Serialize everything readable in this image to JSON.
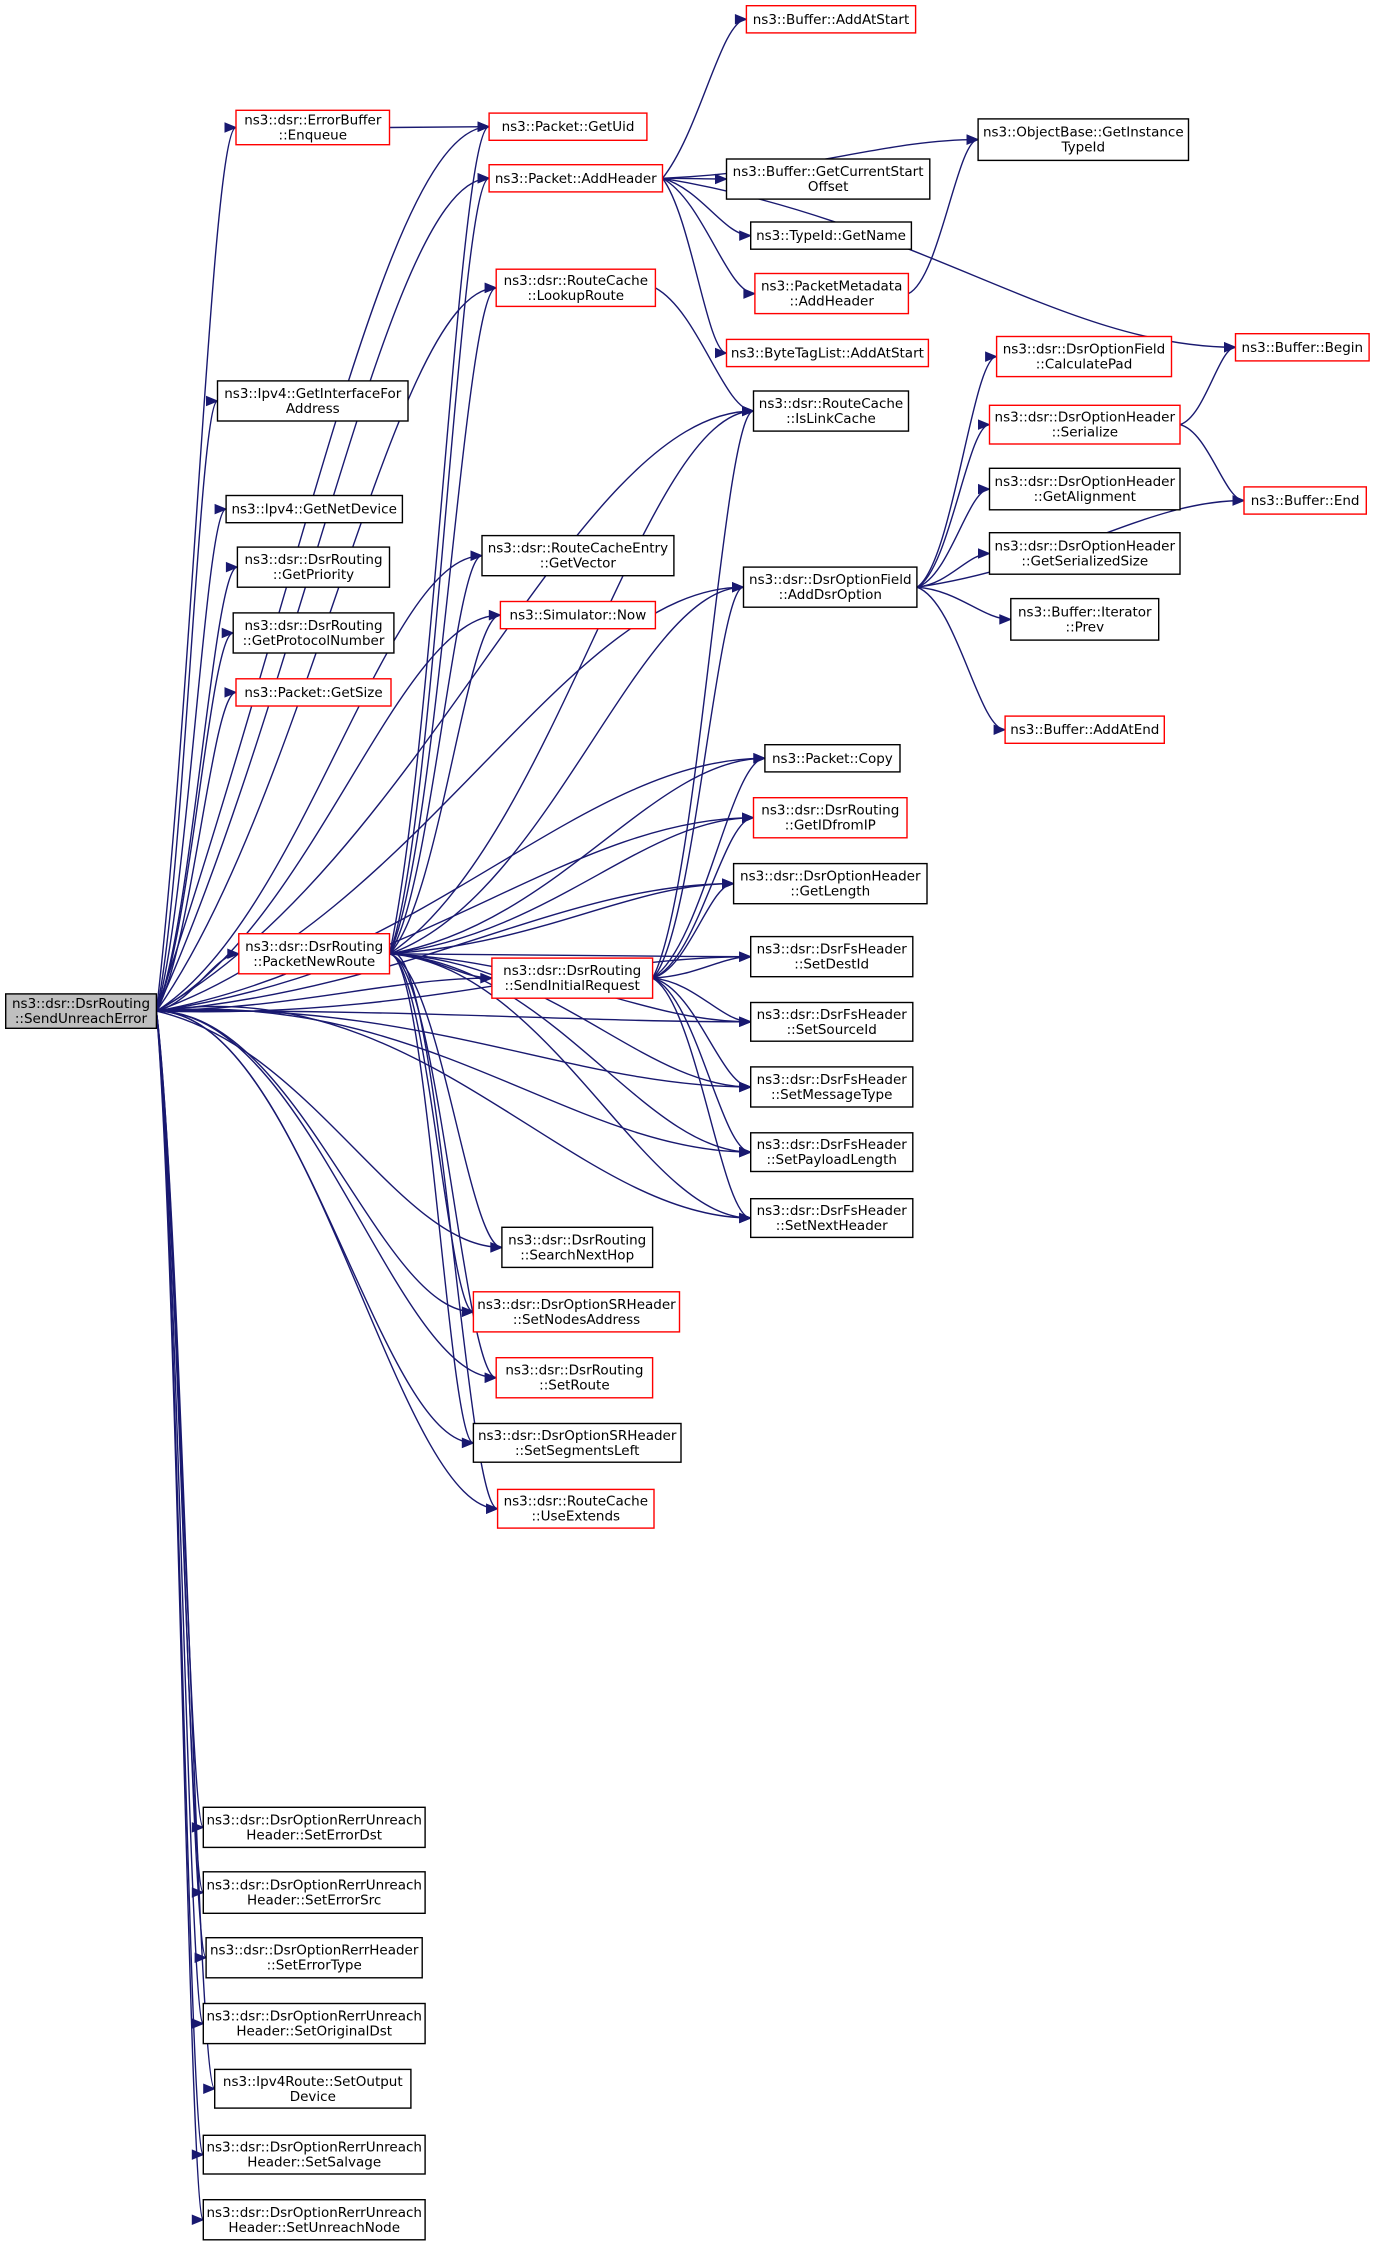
{
  "diagram": {
    "nodes": {
      "root": {
        "lines": [
          "ns3::dsr::DsrRouting",
          "::SendUnreachError"
        ],
        "style": "root"
      },
      "errbuf": {
        "lines": [
          "ns3::dsr::ErrorBuffer",
          "::Enqueue"
        ],
        "style": "red"
      },
      "getuid": {
        "lines": [
          "ns3::Packet::GetUid"
        ],
        "style": "red"
      },
      "addheader": {
        "lines": [
          "ns3::Packet::AddHeader"
        ],
        "style": "red"
      },
      "bufaddatstart": {
        "lines": [
          "ns3::Buffer::AddAtStart"
        ],
        "style": "red"
      },
      "objbase": {
        "lines": [
          "ns3::ObjectBase::GetInstance",
          "TypeId"
        ],
        "style": "black"
      },
      "bufgetcur": {
        "lines": [
          "ns3::Buffer::GetCurrentStart",
          "Offset"
        ],
        "style": "black"
      },
      "typeidname": {
        "lines": [
          "ns3::TypeId::GetName"
        ],
        "style": "black"
      },
      "pktmetadata": {
        "lines": [
          "ns3::PacketMetadata",
          "::AddHeader"
        ],
        "style": "red"
      },
      "bytetag": {
        "lines": [
          "ns3::ByteTagList::AddAtStart"
        ],
        "style": "red"
      },
      "lookuproute": {
        "lines": [
          "ns3::dsr::RouteCache",
          "::LookupRoute"
        ],
        "style": "red"
      },
      "islinkcache": {
        "lines": [
          "ns3::dsr::RouteCache",
          "::IsLinkCache"
        ],
        "style": "black"
      },
      "getifaddr": {
        "lines": [
          "ns3::Ipv4::GetInterfaceFor",
          "Address"
        ],
        "style": "black"
      },
      "getnetdev": {
        "lines": [
          "ns3::Ipv4::GetNetDevice"
        ],
        "style": "black"
      },
      "getpriority": {
        "lines": [
          "ns3::dsr::DsrRouting",
          "::GetPriority"
        ],
        "style": "black"
      },
      "getprotonum": {
        "lines": [
          "ns3::dsr::DsrRouting",
          "::GetProtocolNumber"
        ],
        "style": "black"
      },
      "getsize": {
        "lines": [
          "ns3::Packet::GetSize"
        ],
        "style": "red"
      },
      "rcegetvector": {
        "lines": [
          "ns3::dsr::RouteCacheEntry",
          "::GetVector"
        ],
        "style": "black"
      },
      "simnow": {
        "lines": [
          "ns3::Simulator::Now"
        ],
        "style": "red"
      },
      "adddsroption": {
        "lines": [
          "ns3::dsr::DsrOptionField",
          "::AddDsrOption"
        ],
        "style": "black"
      },
      "calcpad": {
        "lines": [
          "ns3::dsr::DsrOptionField",
          "::CalculatePad"
        ],
        "style": "red"
      },
      "serialize": {
        "lines": [
          "ns3::dsr::DsrOptionHeader",
          "::Serialize"
        ],
        "style": "red"
      },
      "bufbegin": {
        "lines": [
          "ns3::Buffer::Begin"
        ],
        "style": "red"
      },
      "bufend": {
        "lines": [
          "ns3::Buffer::End"
        ],
        "style": "red"
      },
      "getalign": {
        "lines": [
          "ns3::dsr::DsrOptionHeader",
          "::GetAlignment"
        ],
        "style": "black"
      },
      "getsersize": {
        "lines": [
          "ns3::dsr::DsrOptionHeader",
          "::GetSerializedSize"
        ],
        "style": "black"
      },
      "iterprev": {
        "lines": [
          "ns3::Buffer::Iterator",
          "::Prev"
        ],
        "style": "black"
      },
      "bufaddatend": {
        "lines": [
          "ns3::Buffer::AddAtEnd"
        ],
        "style": "red"
      },
      "pktcopy": {
        "lines": [
          "ns3::Packet::Copy"
        ],
        "style": "black"
      },
      "getidfromip": {
        "lines": [
          "ns3::dsr::DsrRouting",
          "::GetIDfromIP"
        ],
        "style": "red"
      },
      "getlength": {
        "lines": [
          "ns3::dsr::DsrOptionHeader",
          "::GetLength"
        ],
        "style": "black"
      },
      "packetnewroute": {
        "lines": [
          "ns3::dsr::DsrRouting",
          "::PacketNewRoute"
        ],
        "style": "red"
      },
      "sendinitreq": {
        "lines": [
          "ns3::dsr::DsrRouting",
          "::SendInitialRequest"
        ],
        "style": "red"
      },
      "setdestid": {
        "lines": [
          "ns3::dsr::DsrFsHeader",
          "::SetDestId"
        ],
        "style": "black"
      },
      "setsourceid": {
        "lines": [
          "ns3::dsr::DsrFsHeader",
          "::SetSourceId"
        ],
        "style": "black"
      },
      "setmsgtype": {
        "lines": [
          "ns3::dsr::DsrFsHeader",
          "::SetMessageType"
        ],
        "style": "black"
      },
      "setpayload": {
        "lines": [
          "ns3::dsr::DsrFsHeader",
          "::SetPayloadLength"
        ],
        "style": "black"
      },
      "setnexthdr": {
        "lines": [
          "ns3::dsr::DsrFsHeader",
          "::SetNextHeader"
        ],
        "style": "black"
      },
      "searchnexthop": {
        "lines": [
          "ns3::dsr::DsrRouting",
          "::SearchNextHop"
        ],
        "style": "black"
      },
      "setnodesaddr": {
        "lines": [
          "ns3::dsr::DsrOptionSRHeader",
          "::SetNodesAddress"
        ],
        "style": "red"
      },
      "setroute": {
        "lines": [
          "ns3::dsr::DsrRouting",
          "::SetRoute"
        ],
        "style": "red"
      },
      "setsegleft": {
        "lines": [
          "ns3::dsr::DsrOptionSRHeader",
          "::SetSegmentsLeft"
        ],
        "style": "black"
      },
      "useextends": {
        "lines": [
          "ns3::dsr::RouteCache",
          "::UseExtends"
        ],
        "style": "red"
      },
      "seterrdst": {
        "lines": [
          "ns3::dsr::DsrOptionRerrUnreach",
          "Header::SetErrorDst"
        ],
        "style": "black"
      },
      "seterrsrc": {
        "lines": [
          "ns3::dsr::DsrOptionRerrUnreach",
          "Header::SetErrorSrc"
        ],
        "style": "black"
      },
      "seterrtype": {
        "lines": [
          "ns3::dsr::DsrOptionRerrHeader",
          "::SetErrorType"
        ],
        "style": "black"
      },
      "setorigdst": {
        "lines": [
          "ns3::dsr::DsrOptionRerrUnreach",
          "Header::SetOriginalDst"
        ],
        "style": "black"
      },
      "setoutdev": {
        "lines": [
          "ns3::Ipv4Route::SetOutput",
          "Device"
        ],
        "style": "black"
      },
      "setsalvage": {
        "lines": [
          "ns3::dsr::DsrOptionRerrUnreach",
          "Header::SetSalvage"
        ],
        "style": "black"
      },
      "setunreach": {
        "lines": [
          "ns3::dsr::DsrOptionRerrUnreach",
          "Header::SetUnreachNode"
        ],
        "style": "black"
      }
    },
    "colors": {
      "edge": "#191970",
      "red_border": "#ff0000",
      "black_border": "#000000",
      "root_fill": "#bfbfbf"
    }
  }
}
